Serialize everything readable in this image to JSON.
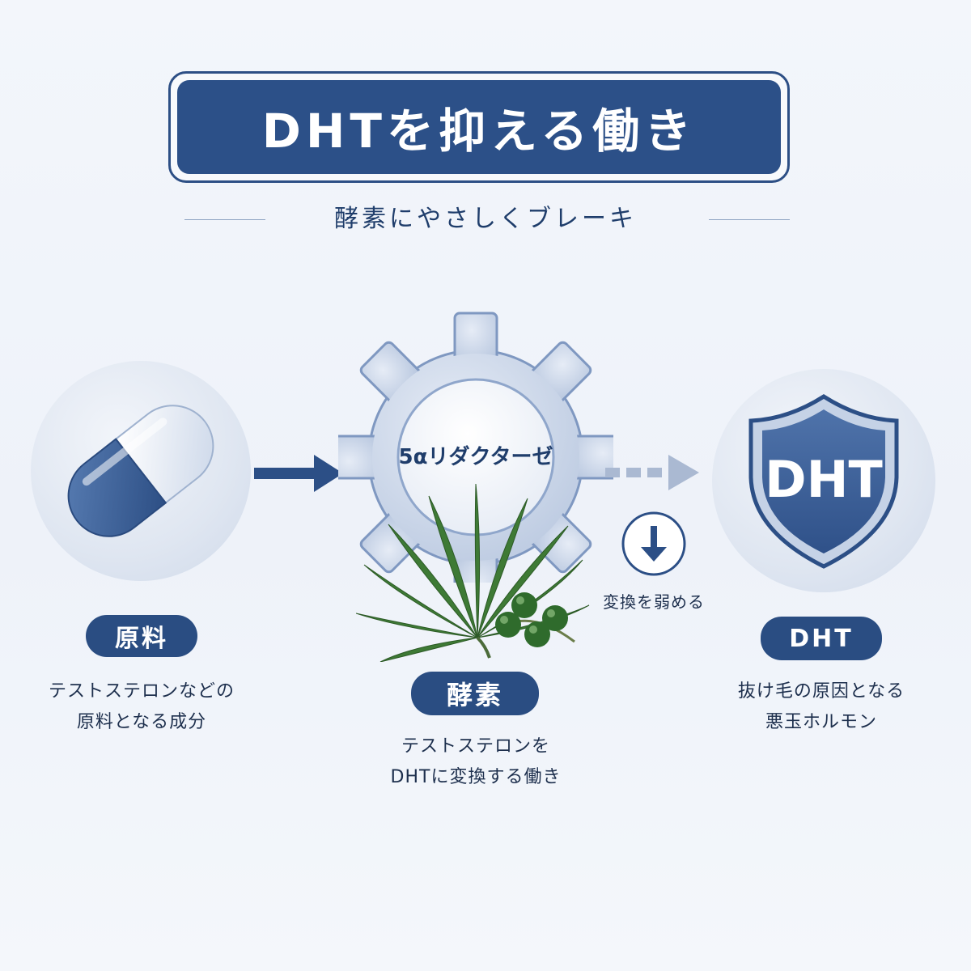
{
  "title": "DHTを抑える働き",
  "subtitle": "酵素にやさしくブレーキ",
  "left": {
    "badge": "原料",
    "description_line1": "テストステロンなどの",
    "description_line2": "原料となる成分"
  },
  "center": {
    "enzyme_name": "5αリダクターゼ",
    "badge": "酵素",
    "description_line1": "テストステロンを",
    "description_line2": "DHTに変換する働き"
  },
  "inhibit": {
    "label": "変換を弱める"
  },
  "right": {
    "shield_text": "DHT",
    "badge": "DHT",
    "description_line1": "抜け毛の原因となる",
    "description_line2": "悪玉ホルモン"
  },
  "colors": {
    "primary": "#2c5088",
    "background": "#f1f4f9",
    "leaf": "#3e7a35",
    "berry": "#2f6b2c"
  }
}
